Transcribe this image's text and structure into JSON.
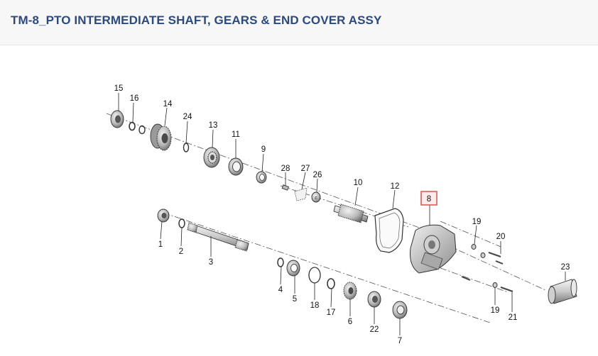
{
  "title": "TM-8_PTO INTERMEDIATE SHAFT, GEARS & END COVER ASSY",
  "callouts": {
    "p1": "1",
    "p2": "2",
    "p3": "3",
    "p4": "4",
    "p5": "5",
    "p6": "6",
    "p7": "7",
    "p8": "8",
    "p9": "9",
    "p10": "10",
    "p11": "11",
    "p12": "12",
    "p13": "13",
    "p14": "14",
    "p15": "15",
    "p16": "16",
    "p17": "17",
    "p18": "18",
    "p19a": "19",
    "p19b": "19",
    "p20": "20",
    "p21": "21",
    "p22": "22",
    "p23": "23",
    "p24": "24",
    "p26": "26",
    "p27": "27",
    "p28": "28"
  },
  "highlight_color": "#d9534f"
}
